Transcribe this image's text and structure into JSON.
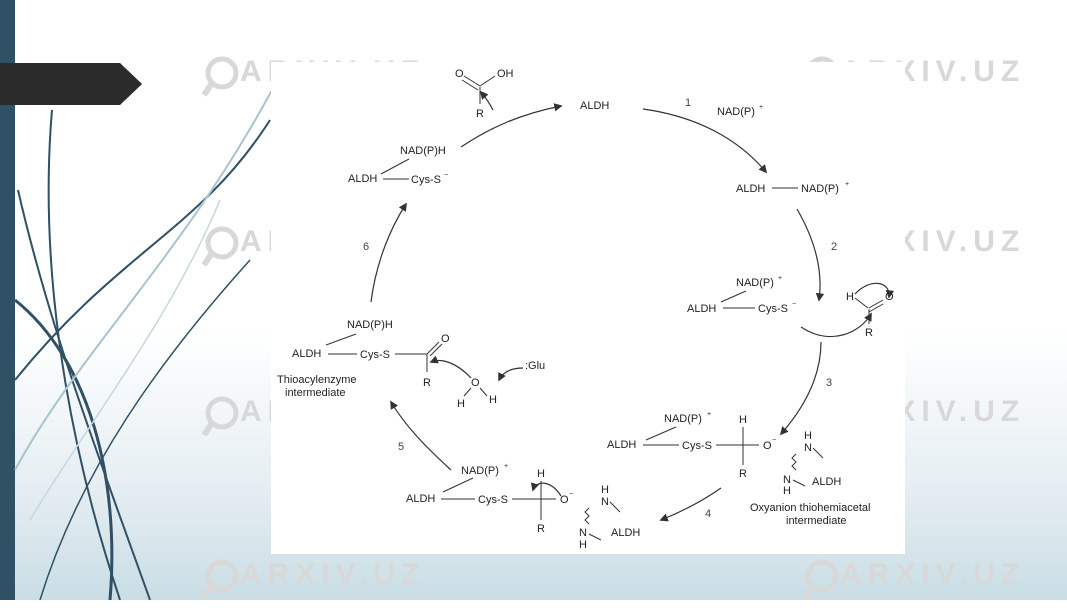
{
  "watermark": {
    "text": "ARXIV.UZ"
  },
  "diagram": {
    "top_aldh": "ALDH",
    "step_labels": [
      "1",
      "2",
      "3",
      "4",
      "5",
      "6"
    ],
    "step1_nad": "NAD(P)",
    "step1_nad_charge": "+",
    "s2": {
      "aldh": "ALDH",
      "nad": "NAD(P)",
      "charge": "+"
    },
    "s3": {
      "nad": "NAD(P)",
      "nad_charge": "+",
      "aldh": "ALDH",
      "cys": "Cys-S",
      "cys_charge": "−",
      "ald_h": "H",
      "ald_o": "O",
      "ald_r": "R"
    },
    "s4": {
      "nad": "NAD(P)",
      "nad_charge": "+",
      "aldh": "ALDH",
      "cys": "Cys-S",
      "h": "H",
      "o": "O",
      "o_charge": "−",
      "r": "R",
      "nh_top_h": "H",
      "nh_top_n": "N",
      "nh_bot_n": "N",
      "nh_bot_h": "H",
      "aldh2": "ALDH",
      "caption1": "Oxyanion thiohemiacetal",
      "caption2": "intermediate"
    },
    "s5": {
      "nad": "NAD(P)",
      "nad_charge": "+",
      "aldh": "ALDH",
      "cys": "Cys-S",
      "h": "H",
      "o": "O",
      "o_charge": "−",
      "r": "R",
      "nh_top_h": "H",
      "nh_top_n": "N",
      "nh_bot_n": "N",
      "nh_bot_h": "H",
      "aldh2": "ALDH"
    },
    "s6": {
      "nad": "NAD(P)H",
      "aldh": "ALDH",
      "cys": "Cys-S",
      "o": "O",
      "r": "R",
      "water_o": "O",
      "water_h1": "H",
      "water_h2": "H",
      "glu": ":Glu",
      "caption1": "Thioacylenzyme",
      "caption2": "intermediate"
    },
    "s7": {
      "nad": "NAD(P)H",
      "aldh": "ALDH",
      "cys": "Cys-S",
      "cys_charge": "−"
    },
    "product": {
      "o": "O",
      "oh": "OH",
      "r": "R"
    }
  }
}
